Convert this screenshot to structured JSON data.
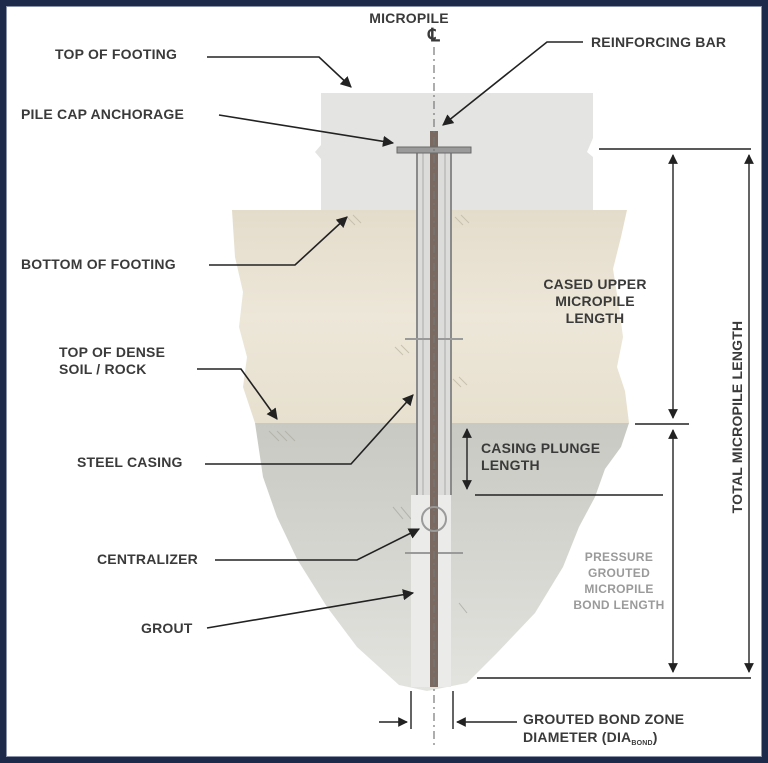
{
  "labels": {
    "micropile": "MICROPILE",
    "centerline": "℄",
    "top_of_footing": "TOP OF FOOTING",
    "reinforcing_bar": "REINFORCING BAR",
    "pile_cap_anchorage": "PILE CAP ANCHORAGE",
    "bottom_of_footing": "BOTTOM OF FOOTING",
    "cased_upper_1": "CASED UPPER",
    "cased_upper_2": "MICROPILE",
    "cased_upper_3": "LENGTH",
    "top_dense_1": "TOP OF DENSE",
    "top_dense_2": "SOIL / ROCK",
    "steel_casing": "STEEL CASING",
    "casing_plunge_1": "CASING PLUNGE",
    "casing_plunge_2": "LENGTH",
    "centralizer": "CENTRALIZER",
    "grout": "GROUT",
    "pressure_1": "PRESSURE",
    "pressure_2": "GROUTED",
    "pressure_3": "MICROPILE",
    "pressure_4": "BOND LENGTH",
    "total_length": "TOTAL MICROPILE LENGTH",
    "grouted_bond_1": "GROUTED BOND ZONE",
    "grouted_bond_2": "DIAMETER  (DIA",
    "grouted_bond_sub": "BOND",
    "grouted_bond_close": ")"
  },
  "colors": {
    "border": "#1e2a4a",
    "footing": "#e4e4e2",
    "soil_upper": "#e9e2d2",
    "soil_lower": "#d2d2cc",
    "casing": "#b9b9b9",
    "text": "#3a3a3a"
  }
}
